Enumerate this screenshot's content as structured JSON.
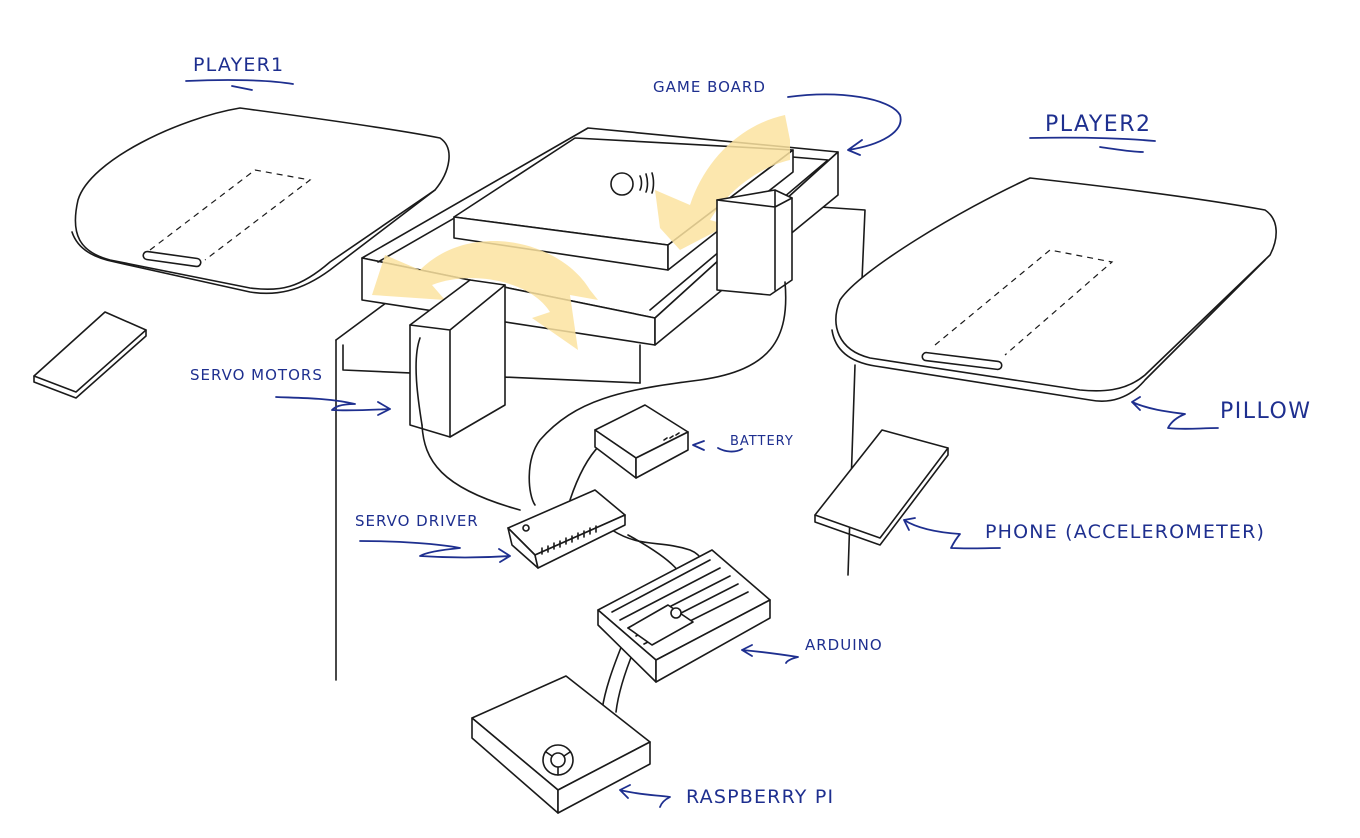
{
  "labels": {
    "player1": "PLAYER1",
    "player2": "PLAYER2",
    "game_board": "GAME BOARD",
    "servo_motors": "SERVO MOTORS",
    "battery": "BATTERY",
    "servo_driver": "SERVO DRIVER",
    "pillow": "PILLOW",
    "phone": "PHONE (ACCELEROMETER)",
    "arduino": "ARDUINO",
    "raspberry_pi": "RASPBERRY PI"
  },
  "colors": {
    "ink": "#1a1a1a",
    "label_ink": "#1e2f8f",
    "rotation_arrow": "#fbe3a0"
  }
}
